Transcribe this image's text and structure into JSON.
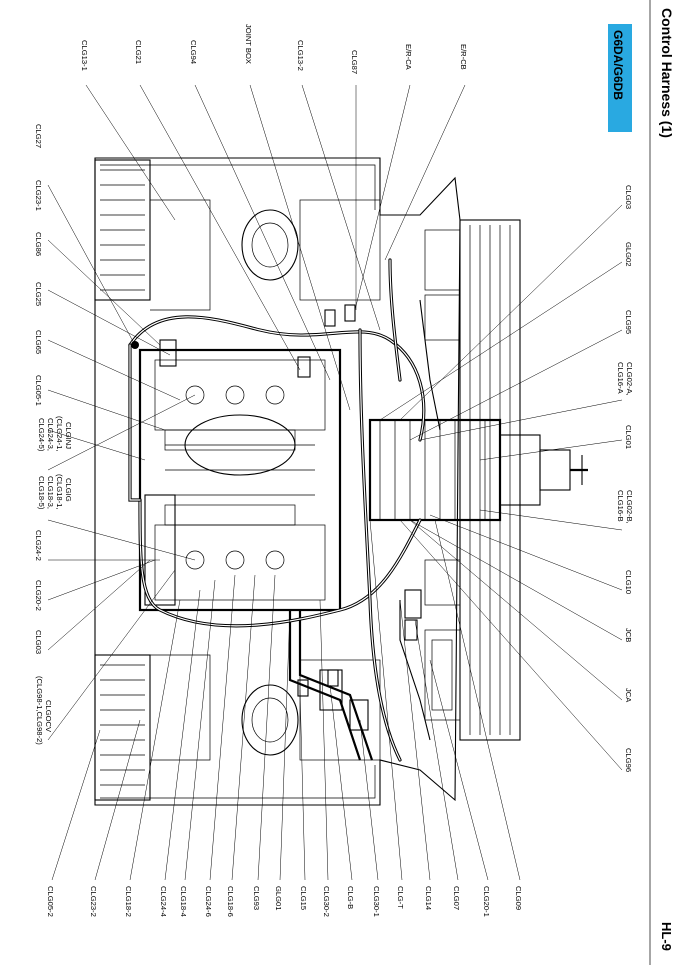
{
  "page": {
    "title": "Control Harness (1)",
    "page_number": "HL-9",
    "engine_badge": "G6DA/G6DB",
    "badge_color": "#29a9e1"
  },
  "labels_top": [
    "CLG13-1",
    "CLG21",
    "CLG94",
    "JOINT BOX",
    "CLG13-2",
    "CLG87",
    "E/R-CA",
    "E/R-CB"
  ],
  "labels_left": [
    "CLG27",
    "CLG23-1",
    "CLG86",
    "CLG25",
    "CLG65",
    "CLG05-1",
    "CLGINJ",
    "(CLG24-1,",
    "CLG24-3,",
    "CLG24-5)",
    "CLGIG",
    "(CLG18-1,",
    "CLG18-3,",
    "CLG18-5)",
    "CLG24-2",
    "CLG20-2",
    "CLG03",
    "CLGOCV",
    "(CLG98-1,CLG98-2)"
  ],
  "labels_right": [
    "CLG03",
    "GLG02",
    "CLG95",
    "CLG02-A,",
    "CLG16-A",
    "CLG01",
    "CLG02-B,",
    "CLG16-B",
    "CLG10",
    "JCB",
    "JCA",
    "CLG96"
  ],
  "labels_bottom": [
    "CLG05-2",
    "CLG23-2",
    "CLG18-2",
    "CLG24-4",
    "CLG18-4",
    "CLG24-6",
    "CLG18-6",
    "CLG93",
    "GLG01",
    "CLG15",
    "CLG30-2",
    "CLG-B",
    "CLG30-1",
    "CLG-T",
    "CLG14",
    "CLG07",
    "CLG20-1",
    "CLG09"
  ],
  "icons": {
    "engine_diagram": "engine-bay-harness-drawing"
  }
}
